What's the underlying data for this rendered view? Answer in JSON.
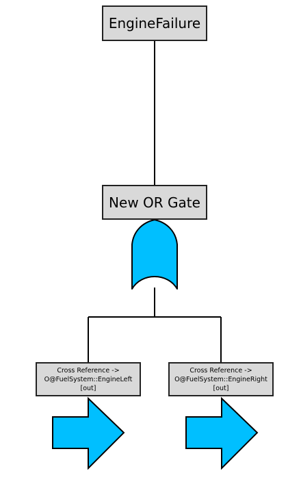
{
  "colors": {
    "gate_fill": "#00bfff",
    "box_fill": "#d9d9d9",
    "line": "#000000"
  },
  "top_event": {
    "label": "EngineFailure"
  },
  "gate": {
    "label": "New OR Gate",
    "type": "or-gate-icon"
  },
  "transfers": [
    {
      "line1": "Cross Reference ->",
      "line2": "O@FuelSystem::EngineLeft",
      "line3": "[out]",
      "icon": "transfer-arrow-icon"
    },
    {
      "line1": "Cross Reference ->",
      "line2": "O@FuelSystem::EngineRight",
      "line3": "[out]",
      "icon": "transfer-arrow-icon"
    }
  ]
}
